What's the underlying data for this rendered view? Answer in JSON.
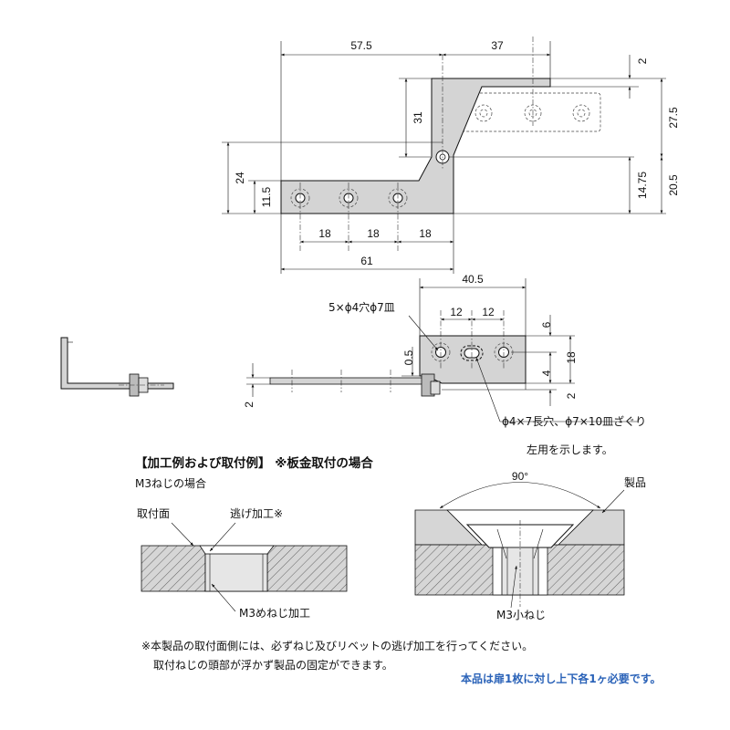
{
  "top_view": {
    "dims": {
      "d575": "57.5",
      "d37": "37",
      "d2": "2",
      "d275": "27.5",
      "d31": "31",
      "d24": "24",
      "d115": "11.5",
      "d1475": "14.75",
      "d205": "20.5",
      "d18a": "18",
      "d18b": "18",
      "d18c": "18",
      "d61": "61"
    }
  },
  "bracket_view": {
    "dims": {
      "d405": "40.5",
      "d12a": "12",
      "d12b": "12",
      "d6": "6",
      "d05": "0.5",
      "d4": "4",
      "d18": "18",
      "d2a": "2",
      "d2b": "2"
    },
    "callout_holes": "5×ϕ4穴ϕ7皿",
    "callout_slot": "ϕ4×7長穴、ϕ7×10皿ざぐり"
  },
  "note_left_hand": "左用を示します。",
  "section": {
    "title": "【加工例および取付例】 ※板金取付の場合",
    "subtitle": "M3ねじの場合",
    "label_mount_surface": "取付面",
    "label_relief": "逃げ加工※",
    "label_m3_tap": "M3めねじ加工",
    "label_angle": "90°",
    "label_product": "製品",
    "label_m3_screw": "M3小ねじ"
  },
  "notes": {
    "line1": "※本製品の取付面側には、必ずねじ及びリベットの逃げ加工を行ってください。",
    "line2": "取付ねじの頭部が浮かず製品の固定ができます。",
    "blue": "本品は扉1枚に対し上下各1ヶ必要です。"
  },
  "colors": {
    "part": "#d4d4d4",
    "accent_blue": "#2a62b8"
  }
}
